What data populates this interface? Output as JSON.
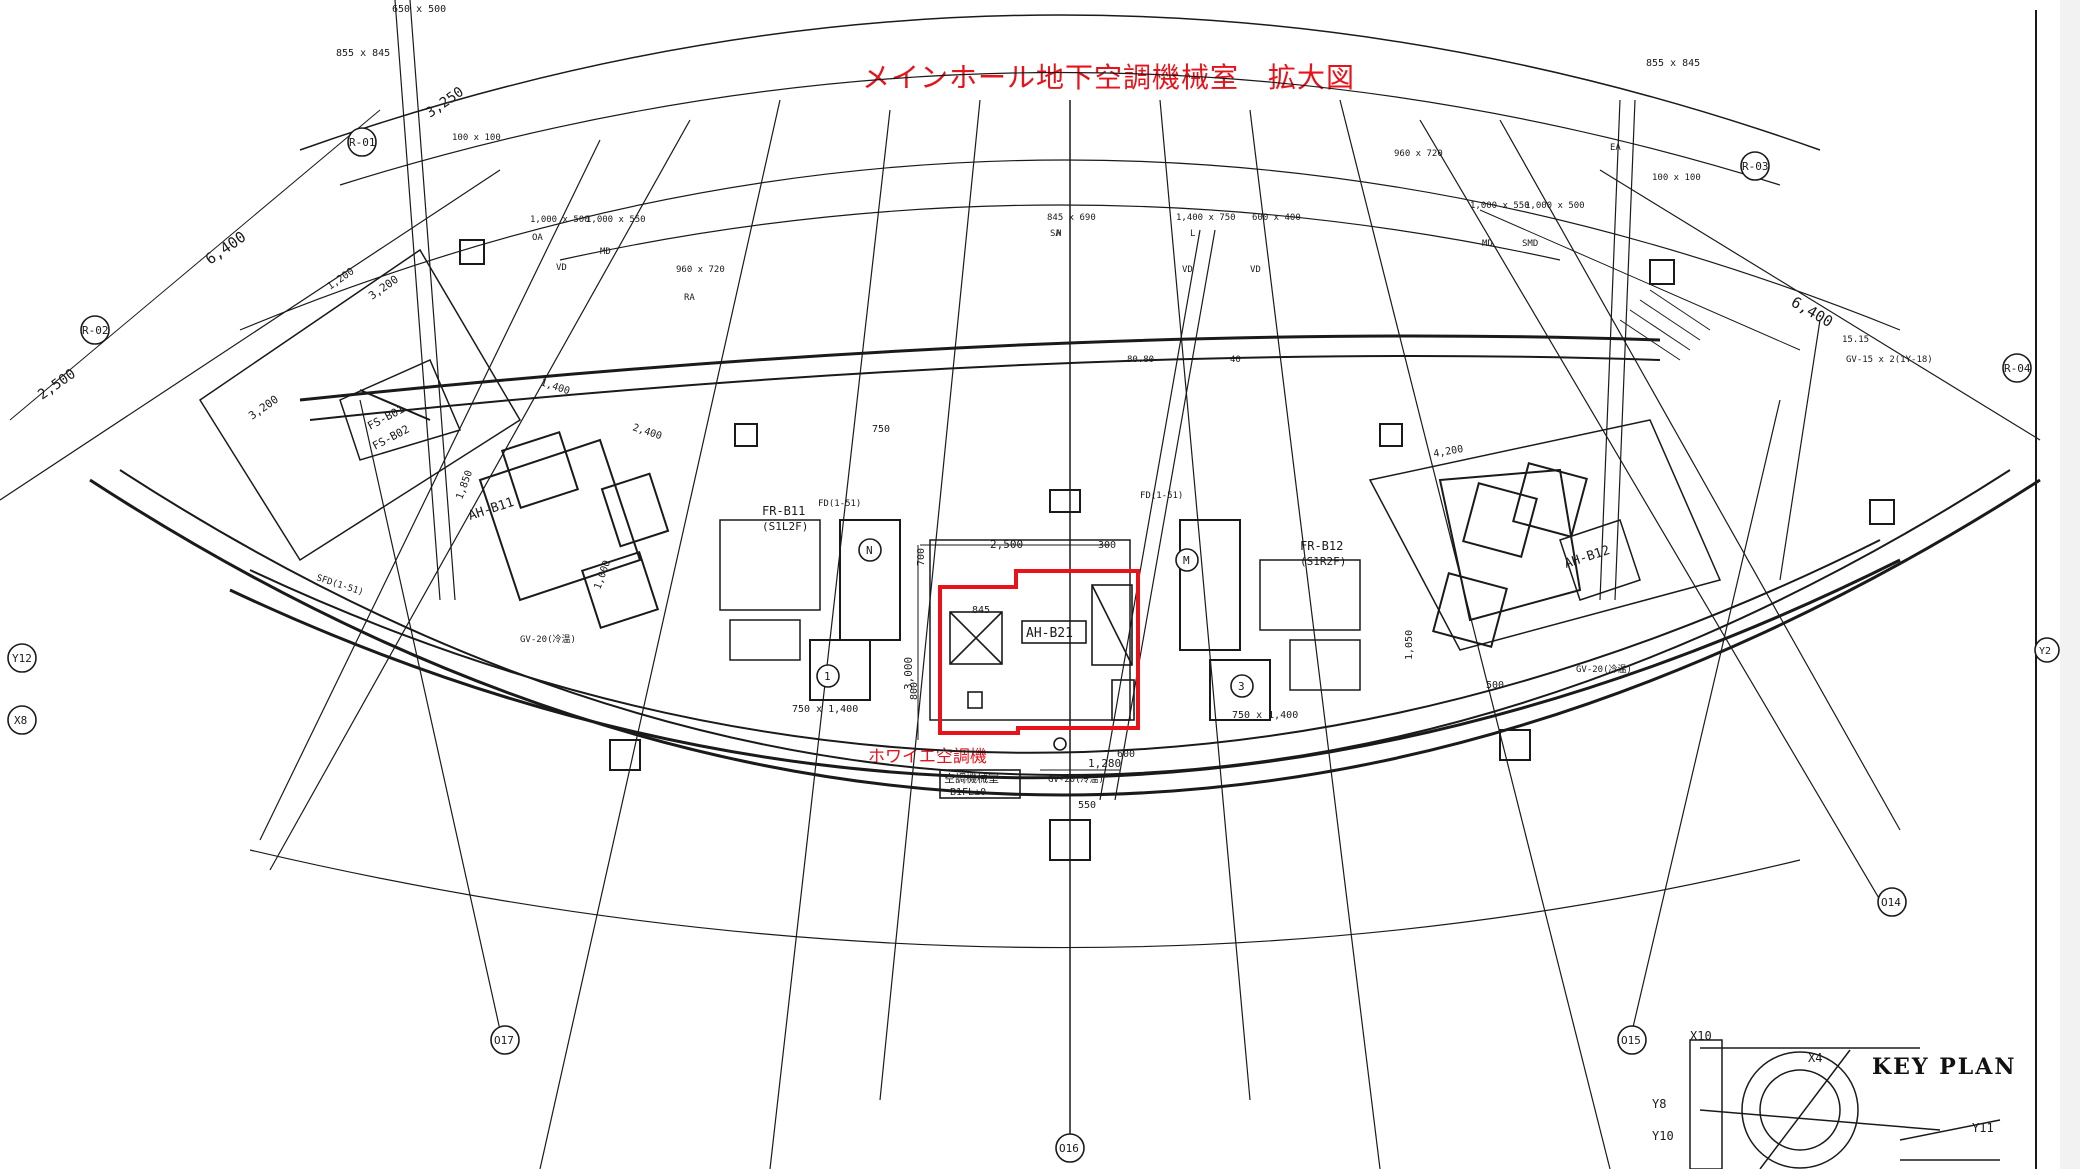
{
  "title": "メインホール地下空調機械室　拡大図",
  "foyer_label": "ホワイエ空調機",
  "key_plan_title": "KEY PLAN",
  "colors": {
    "highlight": "#e8121a",
    "ink": "#1a1a1a",
    "paper": "#ffffff"
  },
  "room_label": {
    "line1": "空調機械室",
    "line2": "B1FL±0"
  },
  "equipment": {
    "ah_b21": "AH-B21",
    "ah_b11": "AH-B11",
    "ah_b12": "AH-B12",
    "fr_b11": "FR-B11",
    "fr_b11_sub": "(S1L2F)",
    "fr_b12": "FR-B12",
    "fr_b12_sub": "(S1R2F)",
    "fs_b01": "FS-B01",
    "fs_b02": "FS-B02",
    "circle_n": "N",
    "circle_m": "M",
    "circle_1": "1",
    "circle_3": "3"
  },
  "grid_bubbles": [
    "R-01",
    "R-02",
    "R-03",
    "R-04",
    "Y12",
    "X8",
    "O17",
    "O16",
    "O15",
    "O14",
    "Y2"
  ],
  "dimensions": {
    "d_6400_left": "6,400",
    "d_6400_right": "6,400",
    "d_3250": "3,250",
    "d_2500_left": "2,500",
    "d_3200": "3,200",
    "d_3200b": "3,200",
    "d_2500_center": "2,500",
    "d_3000": "3,000",
    "d_1280": "1,280",
    "d_845": "845",
    "d_300": "300",
    "d_750": "750",
    "d_550": "550",
    "d_800": "800",
    "d_600": "600",
    "d_2400": "2,400",
    "d_1000": "1,000",
    "d_1850": "1,850",
    "d_1400": "1,400",
    "d_1050": "1,050",
    "d_500": "500",
    "d_4200": "4,200",
    "d_1200": "1,200",
    "d_700": "700"
  },
  "duct_tags": {
    "t_650x500": "650 x 500",
    "t_855x845_l": "855 x 845",
    "t_855x845_r": "855 x 845",
    "t_100x100_l": "100 x 100",
    "t_100x100_r": "100 x 100",
    "t_1000x500_l": "1,000 x 500",
    "t_1000x550_l": "1,000 x 550",
    "t_1000x550_r": "1,000 x 550",
    "t_1000x500_r": "1,000 x 500",
    "t_960x720_l": "960 x 720",
    "t_960x720_r": "960 x 720",
    "t_845x690": "845 x 690",
    "t_1400x750": "1,400 x 750",
    "t_600x400": "600 x 400",
    "t_80x80": "80.80",
    "t_40": "40",
    "t_15x15": "15.15",
    "t_750x1400_l": "750 x 1,400",
    "t_750x1400_r": "750 x 1,400",
    "t_gv_l": "GV-20(冷温)",
    "t_gv_c": "GV-20(冷温)",
    "t_gv_r": "GV-20(冷温)",
    "t_gv15": "GV-15 x 2(1Y-18)",
    "t_fd_l": "FD(1-51)",
    "t_fd_r": "FD(1-51)",
    "t_sfd": "SFD(1-51)",
    "t_md_l": "MD",
    "t_vd_l": "VD",
    "t_vd_c": "VD",
    "t_vd_r": "VD",
    "t_md_r": "MD",
    "t_smd": "SMD",
    "t_sa": "SA",
    "t_ra": "RA",
    "t_oa": "OA",
    "t_ea": "EA",
    "t_h": "H",
    "t_l": "L"
  },
  "key_plan": {
    "y11": "Y11",
    "y10": "Y10",
    "y8": "Y8",
    "x10": "X10",
    "x4": "X4"
  }
}
